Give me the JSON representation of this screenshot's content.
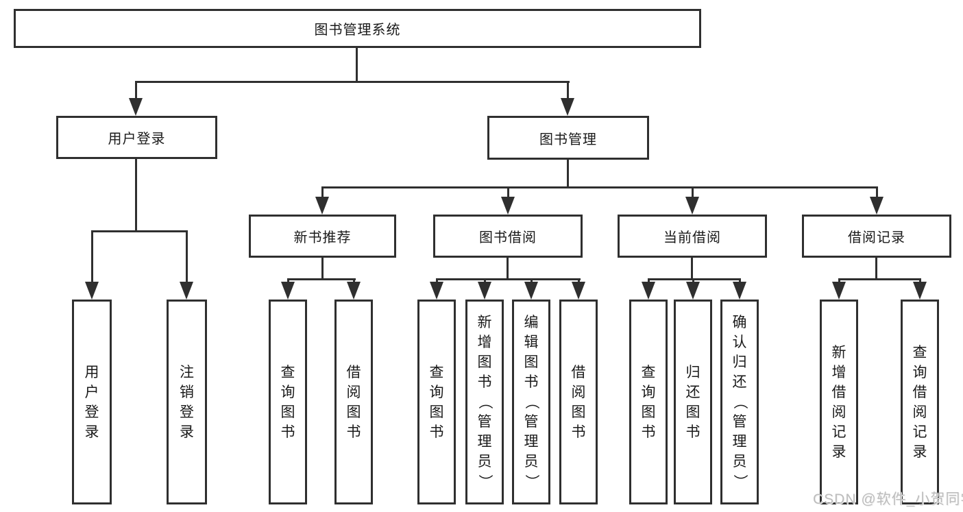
{
  "diagram": {
    "root_label": "图书管理系统",
    "branches": {
      "user_login": {
        "label": "用户登录",
        "children": [
          {
            "label": "用户登录"
          },
          {
            "label": "注销登录"
          }
        ]
      },
      "book_management": {
        "label": "图书管理",
        "children": [
          {
            "label": "新书推荐",
            "children": [
              {
                "label": "查询图书"
              },
              {
                "label": "借阅图书"
              }
            ]
          },
          {
            "label": "图书借阅",
            "children": [
              {
                "label": "查询图书"
              },
              {
                "label": "新增图书（管理员）"
              },
              {
                "label": "编辑图书（管理员）"
              },
              {
                "label": "借阅图书"
              }
            ]
          },
          {
            "label": "当前借阅",
            "children": [
              {
                "label": "查询图书"
              },
              {
                "label": "归还图书"
              },
              {
                "label": "确认归还（管理员）"
              }
            ]
          },
          {
            "label": "借阅记录",
            "children": [
              {
                "label": "新增借阅记录"
              },
              {
                "label": "查询借阅记录"
              }
            ]
          }
        ]
      }
    },
    "watermark": "CSDN @软件_小贺同学",
    "colors": {
      "line": "#2f2f2f",
      "text": "#1a1a1a",
      "watermark": "#bdbdbd",
      "background": "#ffffff"
    }
  }
}
